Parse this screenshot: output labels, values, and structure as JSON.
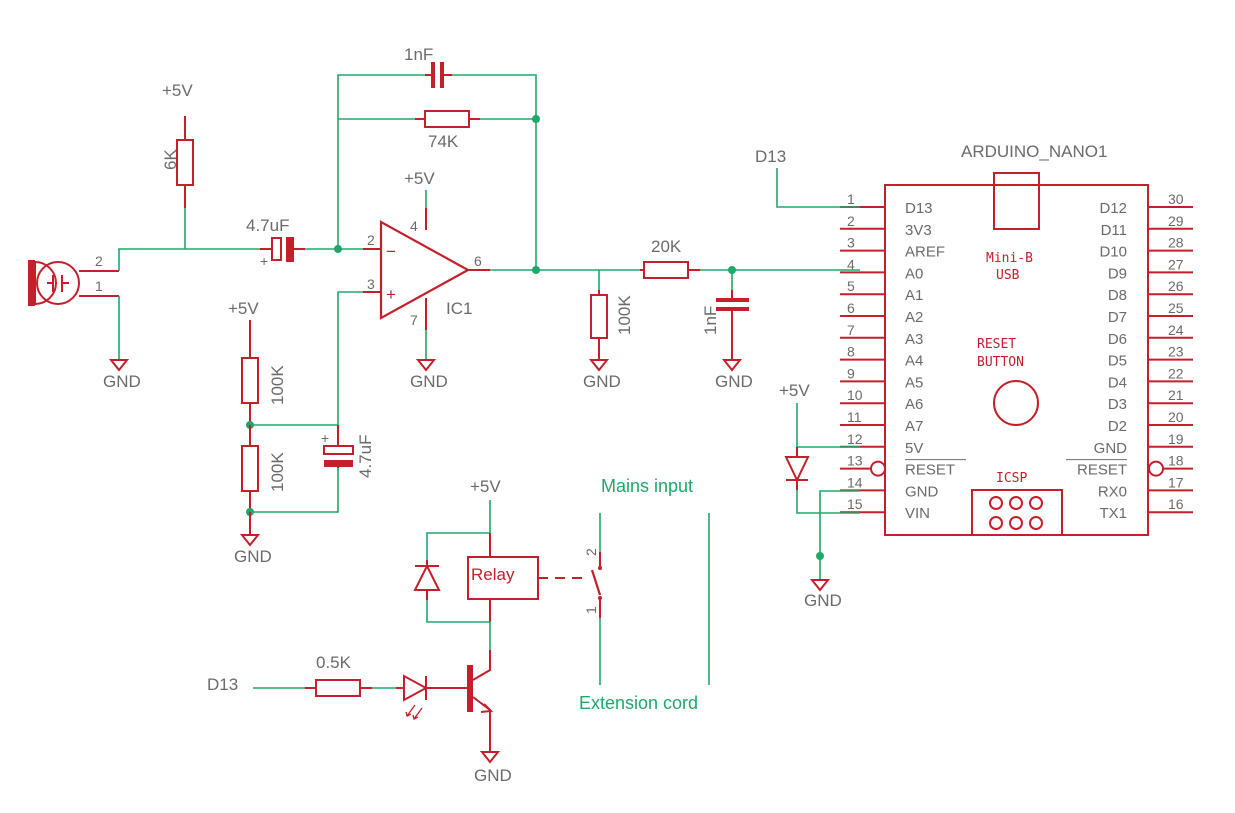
{
  "supply": {
    "plus5v": "+5V",
    "gnd": "GND"
  },
  "signals": {
    "d13": "D13"
  },
  "components": {
    "r_bias": "6K",
    "c_input": "4.7uF",
    "c_feedback": "1nF",
    "r_feedback": "74K",
    "opamp": "IC1",
    "r_div_top": "100K",
    "r_div_bot": "100K",
    "c_div": "4.7uF",
    "r_out_load": "100K",
    "r_series": "20K",
    "c_filter": "1nF",
    "r_led": "0.5K",
    "relay": "Relay"
  },
  "pins": {
    "mic_2": "2",
    "mic_1": "1",
    "op_2": "2",
    "op_3": "3",
    "op_4": "4",
    "op_6": "6",
    "op_7": "7",
    "sw_2": "2",
    "sw_1": "1",
    "op_minus": "−",
    "op_plus": "+",
    "cap_plus": "+"
  },
  "arduino": {
    "title": "ARDUINO_NANO1",
    "usb_label_1": "Mini-B",
    "usb_label_2": "USB",
    "reset_label_1": "RESET",
    "reset_label_2": "BUTTON",
    "icsp_label": "ICSP",
    "left_pins": [
      {
        "num": "1",
        "name": "D13"
      },
      {
        "num": "2",
        "name": "3V3"
      },
      {
        "num": "3",
        "name": "AREF"
      },
      {
        "num": "4",
        "name": "A0"
      },
      {
        "num": "5",
        "name": "A1"
      },
      {
        "num": "6",
        "name": "A2"
      },
      {
        "num": "7",
        "name": "A3"
      },
      {
        "num": "8",
        "name": "A4"
      },
      {
        "num": "9",
        "name": "A5"
      },
      {
        "num": "10",
        "name": "A6"
      },
      {
        "num": "11",
        "name": "A7"
      },
      {
        "num": "12",
        "name": "5V"
      },
      {
        "num": "13",
        "name": "RESET"
      },
      {
        "num": "14",
        "name": "GND"
      },
      {
        "num": "15",
        "name": "VIN"
      }
    ],
    "right_pins": [
      {
        "num": "30",
        "name": "D12"
      },
      {
        "num": "29",
        "name": "D11"
      },
      {
        "num": "28",
        "name": "D10"
      },
      {
        "num": "27",
        "name": "D9"
      },
      {
        "num": "26",
        "name": "D8"
      },
      {
        "num": "25",
        "name": "D7"
      },
      {
        "num": "24",
        "name": "D6"
      },
      {
        "num": "23",
        "name": "D5"
      },
      {
        "num": "22",
        "name": "D4"
      },
      {
        "num": "21",
        "name": "D3"
      },
      {
        "num": "20",
        "name": "D2"
      },
      {
        "num": "19",
        "name": "GND"
      },
      {
        "num": "18",
        "name": "RESET"
      },
      {
        "num": "17",
        "name": "RX0"
      },
      {
        "num": "16",
        "name": "TX1"
      }
    ]
  },
  "mains": {
    "input": "Mains input",
    "extension": "Extension cord"
  },
  "colors": {
    "component": "#c41f2a",
    "wire": "#1fa86a",
    "text": "#6b6b6b"
  }
}
